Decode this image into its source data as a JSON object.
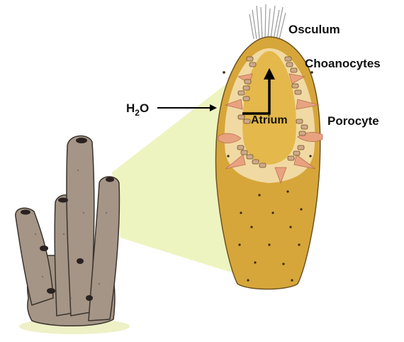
{
  "labels": {
    "osculum": "Osculum",
    "choanocytes": "Choanocytes",
    "water_main": "H",
    "water_sub": "2",
    "water_tail": "O",
    "atrium": "Atrium",
    "porocyte": "Porocyte"
  },
  "colors": {
    "sponge_body": "#a49587",
    "sponge_outline": "#3a332c",
    "sponge_hole": "#2a2220",
    "cell_body": "#d7a63a",
    "cell_outline": "#6e5322",
    "atrium": "#e4b84a",
    "inner_wall": "#f1d9a3",
    "porocyte": "#e8a27f",
    "choanocyte": "#cfa98a",
    "zoom_cone": "#eef4bf",
    "ground": "#eef0c6",
    "osculum_fibers": "#9a9a9a"
  }
}
